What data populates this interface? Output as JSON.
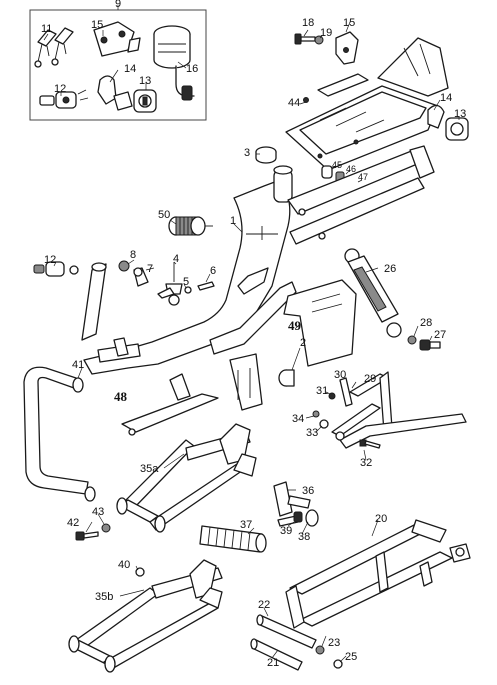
{
  "labels": {
    "l9": "9",
    "l11": "11",
    "l15a": "15",
    "l16": "16",
    "l12a": "12",
    "l14a": "14",
    "l13a": "13",
    "l18": "18",
    "l19": "19",
    "l15b": "15",
    "l44": "44",
    "l14b": "14",
    "l13b": "13",
    "l3": "3",
    "l45": "45",
    "l46": "46",
    "l47": "47",
    "l50": "50",
    "l1": "1",
    "l12b": "12",
    "l8": "8",
    "l7": "7",
    "l4": "4",
    "l5": "5",
    "l6": "6",
    "l26": "26",
    "l49": "49",
    "l28": "28",
    "l27": "27",
    "l41": "41",
    "l2": "2",
    "l30": "30",
    "l29": "29",
    "l31": "31",
    "l48": "48",
    "l34": "34",
    "l33": "33",
    "l32": "32",
    "l35a": "35a",
    "l36": "36",
    "l42": "42",
    "l43": "43",
    "l37": "37",
    "l39": "39",
    "l38": "38",
    "l20": "20",
    "l40": "40",
    "l35b": "35b",
    "l22": "22",
    "l23": "23",
    "l21": "21",
    "l25": "25"
  }
}
